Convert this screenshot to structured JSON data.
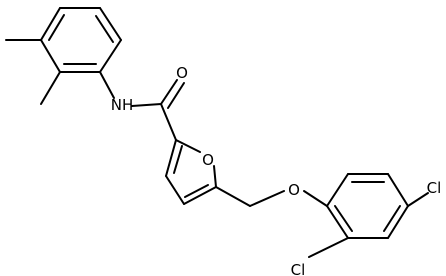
{
  "molecule": {
    "atoms": {
      "nh": "NH",
      "carbonyl_o": "O",
      "furan_o": "O",
      "ether_o": "O",
      "cl_upper": "Cl",
      "cl_lower": "Cl"
    }
  }
}
